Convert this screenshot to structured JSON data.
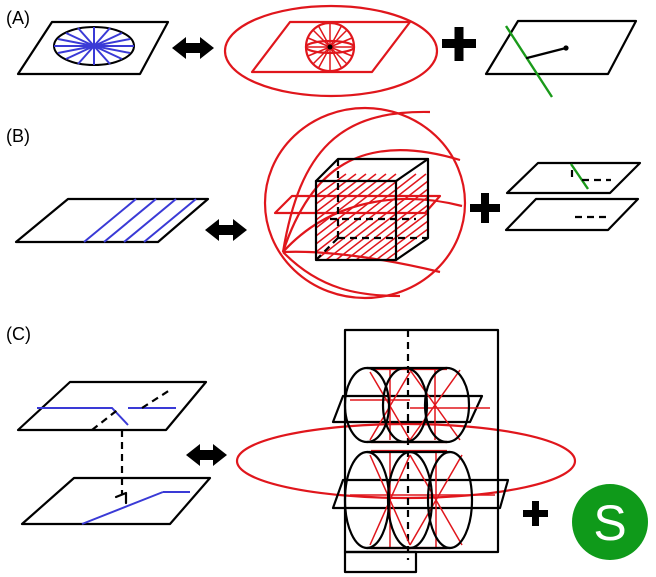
{
  "panels": [
    {
      "label": "(A)"
    },
    {
      "label": "(B)"
    },
    {
      "label": "(C)"
    }
  ],
  "operators": {
    "a_plus": "+",
    "b_plus": "+",
    "c_plus": "+"
  },
  "badge": {
    "letter": "S",
    "color": "#0f9a1a"
  },
  "colors": {
    "red": "#e0161c",
    "blue": "#3a3ad6",
    "green": "#1a9a1a",
    "black": "#000000"
  },
  "icons": [
    "double-arrow-icon",
    "plus-icon",
    "green-circle-badge"
  ]
}
